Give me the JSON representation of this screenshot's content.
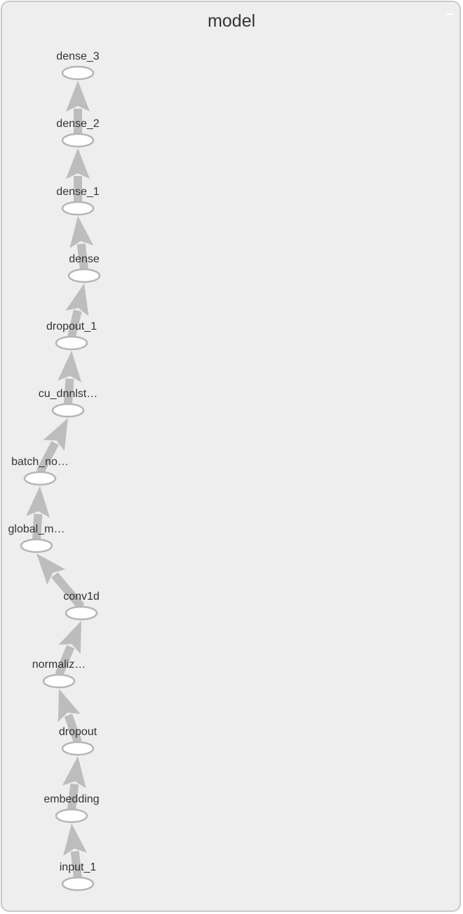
{
  "graph": {
    "title": "model",
    "collapse_icon": "minus-icon",
    "colors": {
      "panel_background": "#eeeeee",
      "panel_border": "#c8c8c8",
      "edge": "#bdbdbd",
      "node_fill": "#ffffff",
      "node_stroke": "#b5b5b5",
      "text": "#333333"
    },
    "nodes": [
      {
        "id": "dense_3",
        "label": "dense_3"
      },
      {
        "id": "dense_2",
        "label": "dense_2"
      },
      {
        "id": "dense_1",
        "label": "dense_1"
      },
      {
        "id": "dense",
        "label": "dense"
      },
      {
        "id": "dropout_1",
        "label": "dropout_1"
      },
      {
        "id": "cu_dnnlstm",
        "label": "cu_dnnlst…"
      },
      {
        "id": "batch_norm",
        "label": "batch_no…"
      },
      {
        "id": "global_max",
        "label": "global_m…"
      },
      {
        "id": "conv1d",
        "label": "conv1d"
      },
      {
        "id": "normalization",
        "label": "normaliz…"
      },
      {
        "id": "dropout",
        "label": "dropout"
      },
      {
        "id": "embedding",
        "label": "embedding"
      },
      {
        "id": "input_1",
        "label": "input_1"
      }
    ],
    "edges": [
      {
        "from": "input_1",
        "to": "embedding"
      },
      {
        "from": "embedding",
        "to": "dropout"
      },
      {
        "from": "dropout",
        "to": "normalization"
      },
      {
        "from": "normalization",
        "to": "conv1d"
      },
      {
        "from": "conv1d",
        "to": "global_max"
      },
      {
        "from": "global_max",
        "to": "batch_norm"
      },
      {
        "from": "batch_norm",
        "to": "cu_dnnlstm"
      },
      {
        "from": "cu_dnnlstm",
        "to": "dropout_1"
      },
      {
        "from": "dropout_1",
        "to": "dense"
      },
      {
        "from": "dense",
        "to": "dense_1"
      },
      {
        "from": "dense_1",
        "to": "dense_2"
      },
      {
        "from": "dense_2",
        "to": "dense_3"
      }
    ]
  }
}
